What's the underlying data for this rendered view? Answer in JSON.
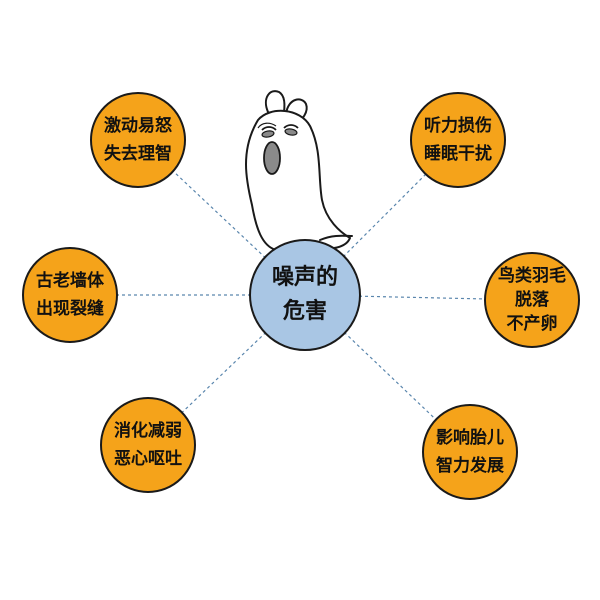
{
  "colors": {
    "center_fill": "#a9c6e4",
    "outer_fill": "#f5a31a",
    "line": "#5a86ad",
    "outline": "#1a1a1a"
  },
  "center": {
    "lines": [
      "噪声的",
      "危害"
    ]
  },
  "nodes": [
    {
      "id": "tl",
      "lines": [
        "激动易怒",
        "失去理智"
      ]
    },
    {
      "id": "tr",
      "lines": [
        "听力损伤",
        "睡眠干扰"
      ]
    },
    {
      "id": "ml",
      "lines": [
        "古老墙体",
        "出现裂缝"
      ]
    },
    {
      "id": "mr",
      "lines": [
        "鸟类羽毛",
        "脱落",
        "不产卵"
      ]
    },
    {
      "id": "bl",
      "lines": [
        "消化减弱",
        "恶心呕吐"
      ]
    },
    {
      "id": "br",
      "lines": [
        "影响胎儿",
        "智力发展"
      ]
    }
  ],
  "mascot": {
    "icon": "ghost-mascot-icon"
  }
}
